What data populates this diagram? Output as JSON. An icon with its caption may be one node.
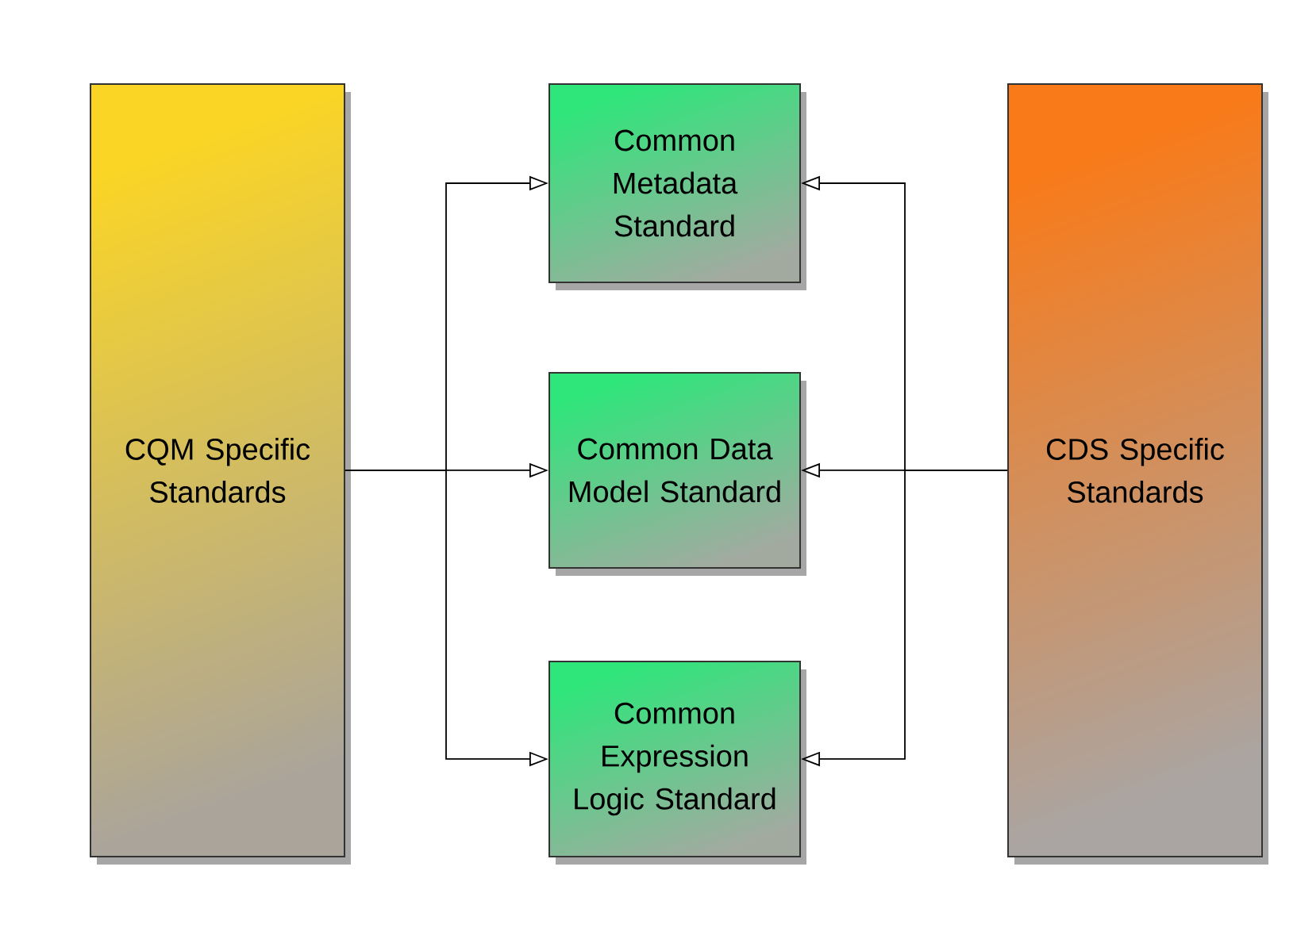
{
  "diagram": {
    "nodes": [
      {
        "text": [
          "CQM Specific Standards"
        ]
      },
      {
        "text": [
          "Common Metadata Standard"
        ]
      },
      {
        "text": [
          "Common Data Model Standard"
        ]
      },
      {
        "text": [
          "Common Expression Logic Standard"
        ]
      },
      {
        "text": [
          "CDS Specific Standards"
        ]
      }
    ],
    "edges": [
      {
        "from": 0,
        "to": 1,
        "arrow": "to"
      },
      {
        "from": 0,
        "to": 2,
        "arrow": "to"
      },
      {
        "from": 0,
        "to": 3,
        "arrow": "to"
      },
      {
        "from": 4,
        "to": 1,
        "arrow": "to"
      },
      {
        "from": 4,
        "to": 2,
        "arrow": "to"
      },
      {
        "from": 4,
        "to": 3,
        "arrow": "to"
      }
    ]
  }
}
